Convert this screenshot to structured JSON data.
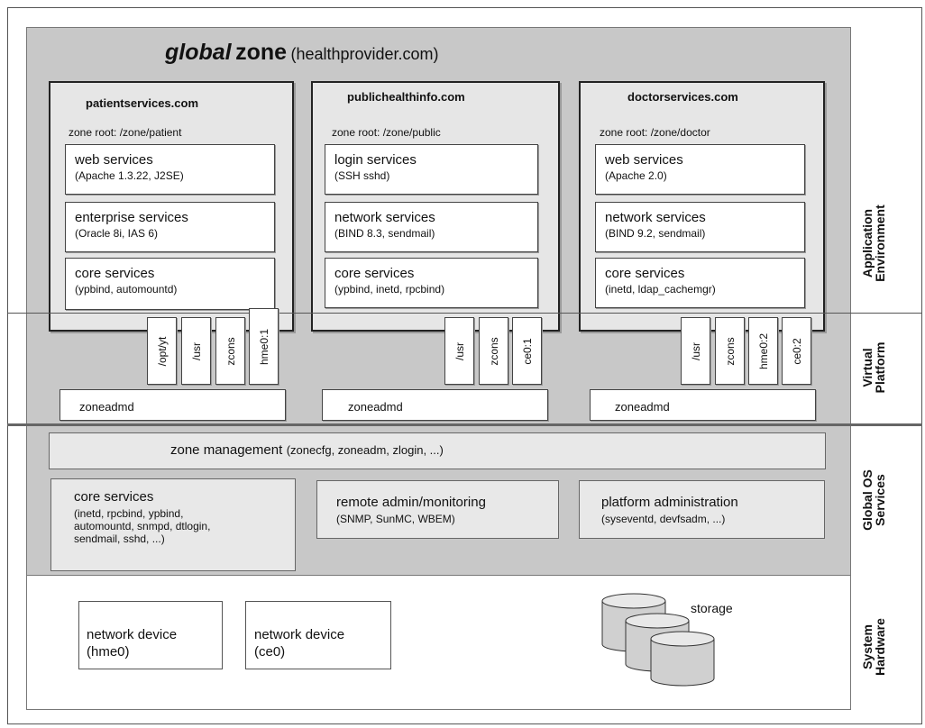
{
  "global_zone": {
    "title_bold": "global",
    "title_word": "zone",
    "domain": "(healthprovider.com)"
  },
  "zones": [
    {
      "name": "patientservices.com",
      "root": "zone root: /zone/patient",
      "services": [
        {
          "title": "web services",
          "detail": "(Apache 1.3.22, J2SE)"
        },
        {
          "title": "enterprise services",
          "detail": "(Oracle 8i, IAS 6)"
        },
        {
          "title": "core services",
          "detail": "(ypbind, automountd)"
        }
      ],
      "platform": [
        "/opt/yt",
        "/usr",
        "zcons",
        "hme0:1"
      ],
      "daemon": "zoneadmd"
    },
    {
      "name": "publichealthinfo.com",
      "root": "zone root: /zone/public",
      "services": [
        {
          "title": "login services",
          "detail": "(SSH sshd)"
        },
        {
          "title": "network services",
          "detail": "(BIND 8.3, sendmail)"
        },
        {
          "title": "core services",
          "detail": "(ypbind, inetd, rpcbind)"
        }
      ],
      "platform": [
        "/usr",
        "zcons",
        "ce0:1"
      ],
      "daemon": "zoneadmd"
    },
    {
      "name": "doctorservices.com",
      "root": "zone root: /zone/doctor",
      "services": [
        {
          "title": "web services",
          "detail": "(Apache 2.0)"
        },
        {
          "title": "network services",
          "detail": "(BIND 9.2, sendmail)"
        },
        {
          "title": "core services",
          "detail": "(inetd, ldap_cachemgr)"
        }
      ],
      "platform": [
        "/usr",
        "zcons",
        "hme0:2",
        "ce0:2"
      ],
      "daemon": "zoneadmd"
    }
  ],
  "global_services": {
    "management_title": "zone management",
    "management_detail": "(zonecfg, zoneadm, zlogin, ...)",
    "core": {
      "title": "core services",
      "lines": [
        "(inetd, rpcbind, ypbind,",
        "automountd, snmpd, dtlogin,",
        "sendmail, sshd, ...)"
      ]
    },
    "remote": {
      "title": "remote admin/monitoring",
      "detail": "(SNMP, SunMC, WBEM)"
    },
    "platform_admin": {
      "title": "platform administration",
      "detail": "(syseventd, devfsadm, ...)"
    }
  },
  "hardware": {
    "devices": [
      {
        "title": "network device",
        "detail": "(hme0)"
      },
      {
        "title": "network device",
        "detail": "(ce0)"
      }
    ],
    "storage_label": "storage"
  },
  "layers": [
    {
      "line1": "Application",
      "line2": "Environment"
    },
    {
      "line1": "Virtual",
      "line2": "Platform"
    },
    {
      "line1": "Global OS",
      "line2": "Services"
    },
    {
      "line1": "System",
      "line2": "Hardware"
    }
  ]
}
